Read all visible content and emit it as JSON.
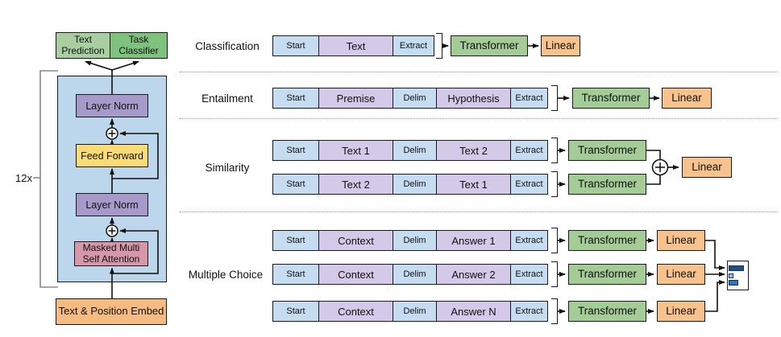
{
  "figure": {
    "left_diagram": {
      "repeat_label": "12x",
      "text_prediction": "Text Prediction",
      "task_classifier": "Task Classifier",
      "layer_norm_top": "Layer Norm",
      "feed_forward": "Feed Forward",
      "layer_norm_bottom": "Layer Norm",
      "attention_line1": "Masked Multi",
      "attention_line2": "Self Attention",
      "embed": "Text & Position Embed"
    },
    "tasks": {
      "classification": {
        "label": "Classification",
        "tokens": {
          "start": "Start",
          "text": "Text",
          "extract": "Extract"
        },
        "transformer": "Transformer",
        "linear": "Linear"
      },
      "entailment": {
        "label": "Entailment",
        "tokens": {
          "start": "Start",
          "a": "Premise",
          "delim": "Delim",
          "b": "Hypothesis",
          "extract": "Extract"
        },
        "transformer": "Transformer",
        "linear": "Linear"
      },
      "similarity": {
        "label": "Similarity",
        "row1": {
          "start": "Start",
          "a": "Text 1",
          "delim": "Delim",
          "b": "Text 2",
          "extract": "Extract"
        },
        "row2": {
          "start": "Start",
          "a": "Text 2",
          "delim": "Delim",
          "b": "Text 1",
          "extract": "Extract"
        },
        "transformer1": "Transformer",
        "transformer2": "Transformer",
        "linear": "Linear"
      },
      "multiple_choice": {
        "label": "Multiple Choice",
        "row1": {
          "start": "Start",
          "a": "Context",
          "delim": "Delim",
          "b": "Answer 1",
          "extract": "Extract"
        },
        "row2": {
          "start": "Start",
          "a": "Context",
          "delim": "Delim",
          "b": "Answer 2",
          "extract": "Extract"
        },
        "row3": {
          "start": "Start",
          "a": "Context",
          "delim": "Delim",
          "b": "Answer N",
          "extract": "Extract"
        },
        "transformer1": "Transformer",
        "transformer2": "Transformer",
        "transformer3": "Transformer",
        "linear1": "Linear",
        "linear2": "Linear",
        "linear3": "Linear"
      }
    },
    "colors": {
      "token_blue": "#c6dcf1",
      "token_lavender": "#d4c9e8",
      "transformer_green": "#a3cc96",
      "linear_orange": "#f7c28b",
      "container_blue": "#bcd6ec",
      "layer_norm_purple": "#a59aca",
      "feed_forward_yellow": "#fbdb76",
      "attention_pink": "#d697ab",
      "embed_orange": "#f6bb81",
      "text_prediction_green": "#a9cfa0",
      "task_classifier_green": "#7ec27d",
      "score_bar_dark": "#1f4e8b",
      "score_bar_light": "#9cc2e5",
      "score_bar_mid": "#2e74b5",
      "line_color": "#111111"
    }
  }
}
